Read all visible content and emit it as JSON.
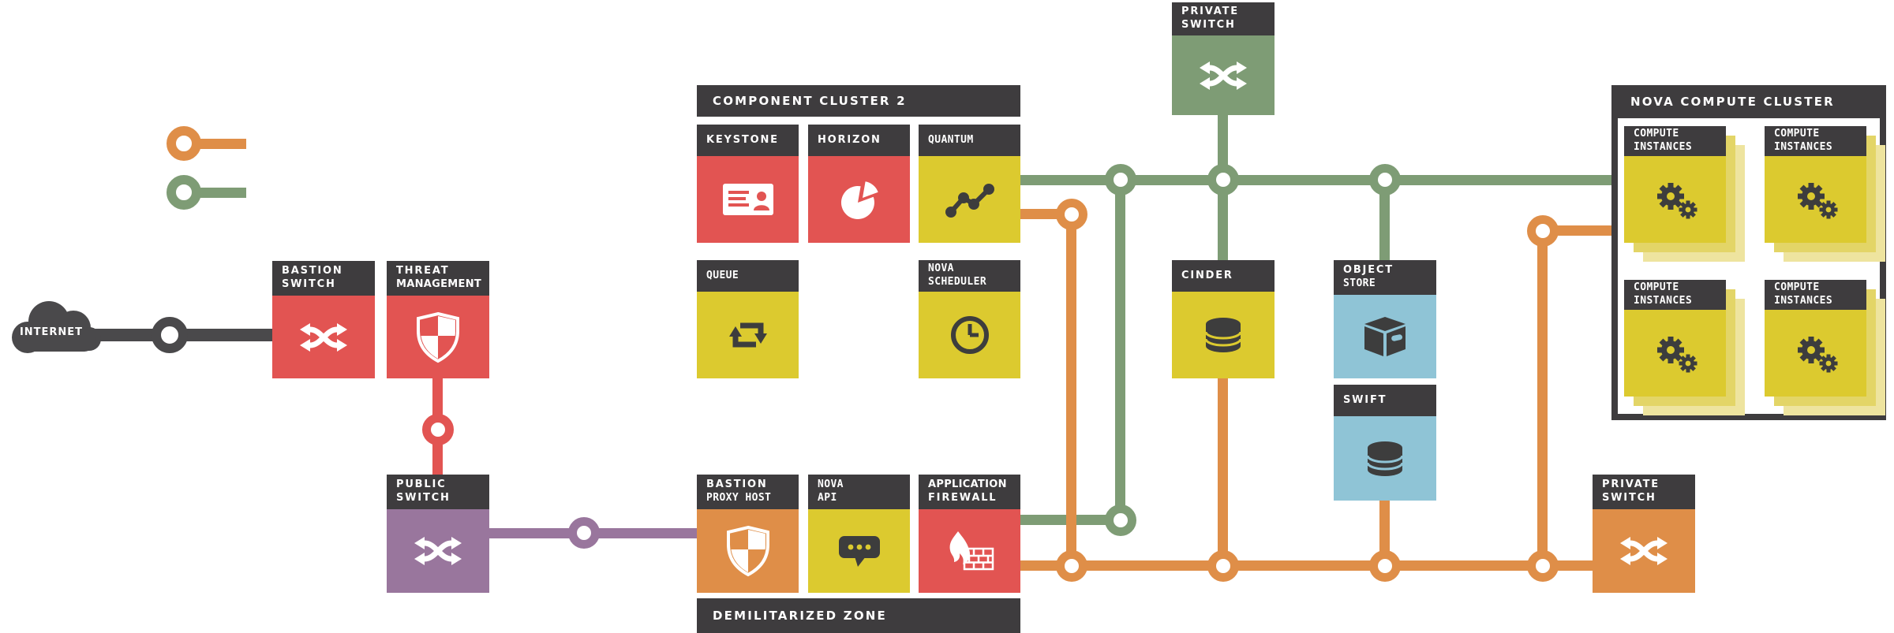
{
  "palette": {
    "dark_header": "#3e3c3e",
    "red": "#e25452",
    "yellow": "#dcca2f",
    "yellow_stack_mid": "#e3d567",
    "yellow_stack_back": "#eee49f",
    "green": "#7e9c75",
    "blue": "#8fc4d6",
    "orange": "#df8e48",
    "purple": "#99769d",
    "gray_line": "#4a494b",
    "label_text": "#ffffff"
  },
  "legend": {
    "public_network_color": "#df8e48",
    "private_network_color": "#7e9c75"
  },
  "internet": {
    "label": "INTERNET",
    "icon": "cloud-icon"
  },
  "zones": {
    "component_cluster": {
      "title": "COMPONENT CLUSTER 2"
    },
    "demilitarized_zone": {
      "title": "DEMILITARIZED ZONE"
    },
    "nova_compute_cluster": {
      "title": "NOVA COMPUTE CLUSTER"
    }
  },
  "blocks": {
    "bastion_switch": {
      "line1": "BASTION",
      "line2": "SWITCH",
      "icon": "shuffle-icon",
      "color": "#e25452"
    },
    "threat_management": {
      "line1": "THREAT",
      "line2": "MANAGEMENT",
      "icon": "shield-icon",
      "color": "#e25452"
    },
    "public_switch": {
      "line1": "PUBLIC",
      "line2": "SWITCH",
      "icon": "shuffle-icon",
      "color": "#99769d"
    },
    "private_switch_top": {
      "line1": "PRIVATE",
      "line2": "SWITCH",
      "icon": "shuffle-icon",
      "color": "#7e9c75"
    },
    "keystone": {
      "line1": "KEYSTONE",
      "icon": "id-card-icon",
      "color": "#e25452"
    },
    "horizon": {
      "line1": "HORIZON",
      "icon": "pie-chart-icon",
      "color": "#e25452"
    },
    "quantum": {
      "line1": "QUANTUM",
      "icon": "node-graph-icon",
      "color": "#dcca2f"
    },
    "queue": {
      "line1": "QUEUE",
      "icon": "repeat-icon",
      "color": "#dcca2f"
    },
    "nova_scheduler": {
      "line1": "NOVA",
      "line2": "SCHEDULER",
      "icon": "clock-icon",
      "color": "#dcca2f"
    },
    "cinder": {
      "line1": "CINDER",
      "icon": "database-icon",
      "color": "#dcca2f"
    },
    "object_store": {
      "line1": "OBJECT",
      "line2": "STORE",
      "icon": "box-icon",
      "color": "#8fc4d6"
    },
    "swift": {
      "line1": "SWIFT",
      "icon": "database-icon",
      "color": "#8fc4d6"
    },
    "bastion_proxy_host": {
      "line1": "BASTION",
      "line2": "PROXY HOST",
      "icon": "shield-icon",
      "color": "#df8e48"
    },
    "nova_api": {
      "line1": "NOVA",
      "line2": "API",
      "icon": "chat-bubble-icon",
      "color": "#dcca2f"
    },
    "application_firewall": {
      "line1": "APPLICATION",
      "line2": "FIREWALL",
      "icon": "firewall-icon",
      "color": "#e25452"
    },
    "private_switch_right": {
      "line1": "PRIVATE",
      "line2": "SWITCH",
      "icon": "shuffle-icon",
      "color": "#df8e48"
    },
    "compute_instances": {
      "line1": "COMPUTE",
      "line2": "INSTANCES",
      "icon": "gears-icon",
      "color": "#dcca2f",
      "count": 4
    }
  }
}
